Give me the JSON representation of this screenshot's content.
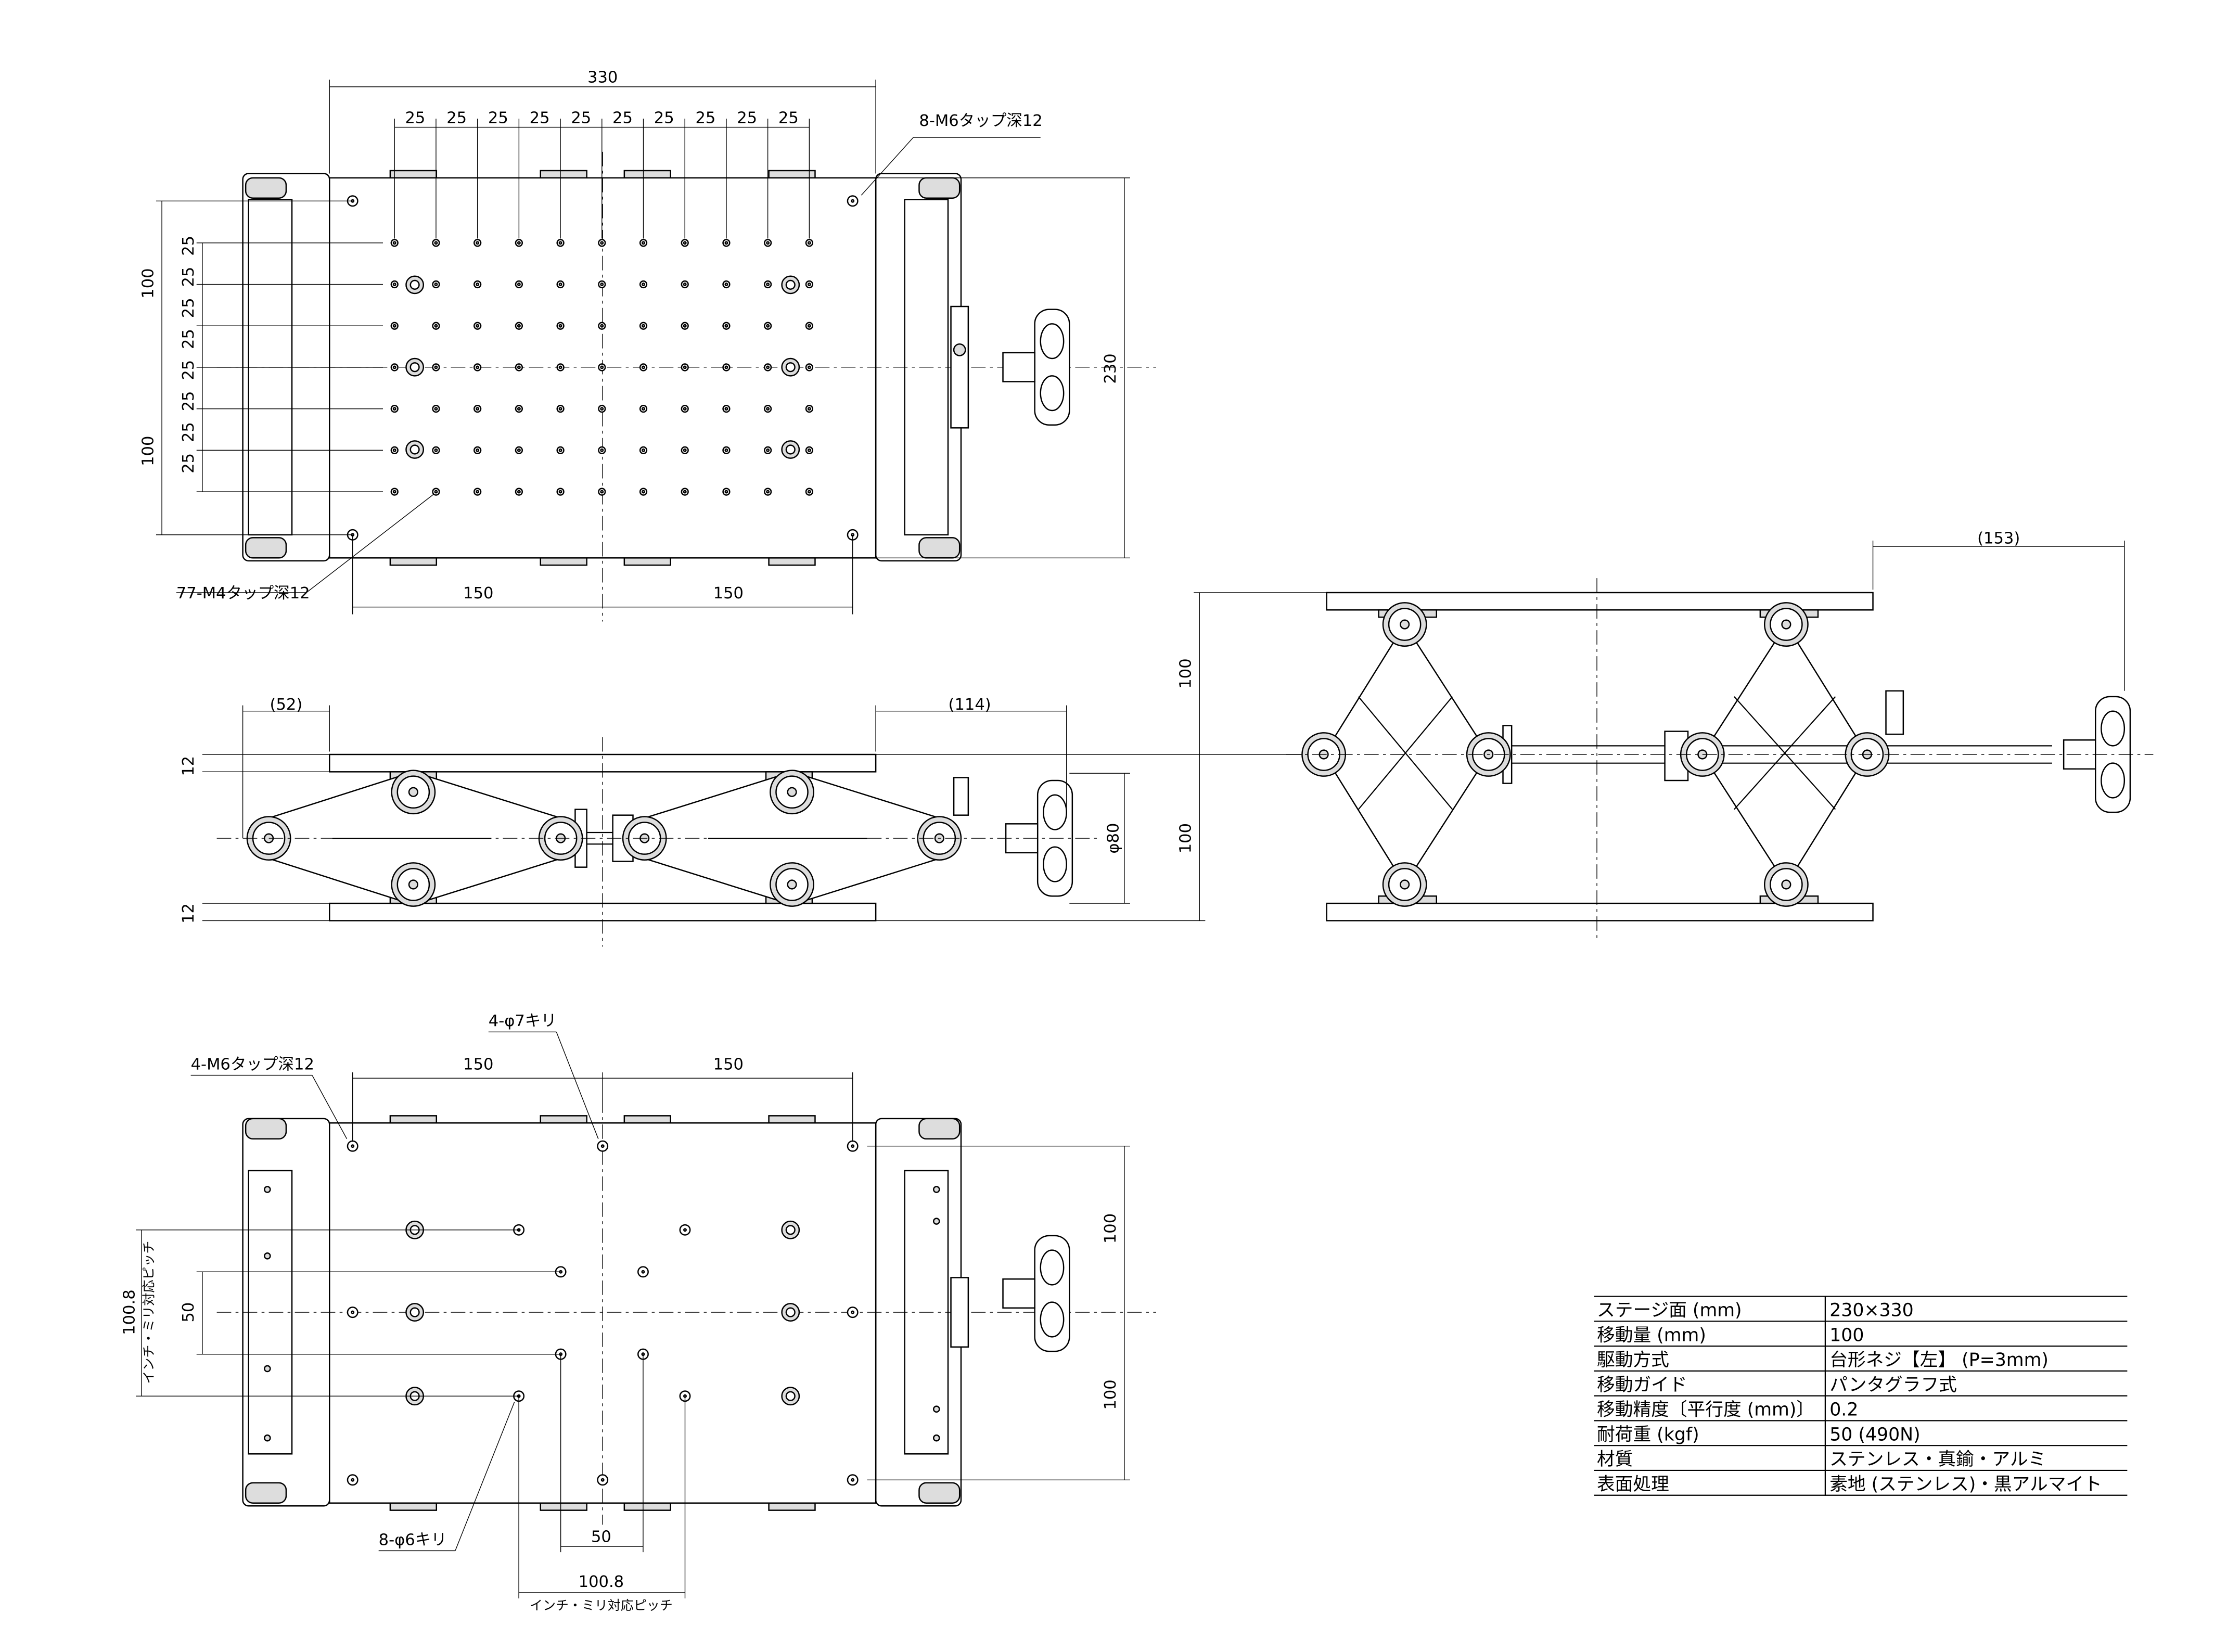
{
  "top_view": {
    "dims": {
      "overall_width": "330",
      "pitch": [
        "25",
        "25",
        "25",
        "25",
        "25",
        "25",
        "25",
        "25",
        "25",
        "25"
      ],
      "height": "230",
      "left_100_a": "100",
      "left_100_b": "100",
      "left_pitch": [
        "25",
        "25",
        "25",
        "25",
        "25",
        "25",
        "25",
        "25"
      ],
      "bottom_150_a": "150",
      "bottom_150_b": "150"
    },
    "callouts": {
      "m6": "8-M6タップ深12",
      "m4": "77-M4タップ深12"
    }
  },
  "side_view": {
    "dims": {
      "left_offset": "(52)",
      "right_offset": "(114)",
      "plate_top": "12",
      "plate_bottom": "12",
      "height": "100",
      "knob_dia": "φ80"
    }
  },
  "end_view": {
    "dims": {
      "offset": "(153)",
      "height": "100"
    }
  },
  "bottom_view": {
    "dims": {
      "top_150_a": "150",
      "top_150_b": "150",
      "right_100_a": "100",
      "right_100_b": "100",
      "left_1008": "100.8",
      "left_pitch_note": "インチ・ミリ対応ピッチ",
      "left_50": "50",
      "bottom_50": "50",
      "bottom_1008": "100.8",
      "bottom_pitch_note": "インチ・ミリ対応ピッチ"
    },
    "callouts": {
      "m6": "4-M6タップ深12",
      "phi7": "4-φ7キリ",
      "phi6": "8-φ6キリ"
    }
  },
  "spec_table": [
    {
      "label": "ステージ面 (mm)",
      "value": "230×330"
    },
    {
      "label": "移動量 (mm)",
      "value": "100"
    },
    {
      "label": "駆動方式",
      "value": "台形ネジ【左】 (P=3mm)"
    },
    {
      "label": "移動ガイド",
      "value": "パンタグラフ式"
    },
    {
      "label": "移動精度〔平行度 (mm)〕",
      "value": "0.2"
    },
    {
      "label": "耐荷重 (kgf)",
      "value": "50 (490N)"
    },
    {
      "label": "材質",
      "value": "ステンレス・真鍮・アルミ"
    },
    {
      "label": "表面処理",
      "value": "素地 (ステンレス)・黒アルマイト"
    }
  ]
}
